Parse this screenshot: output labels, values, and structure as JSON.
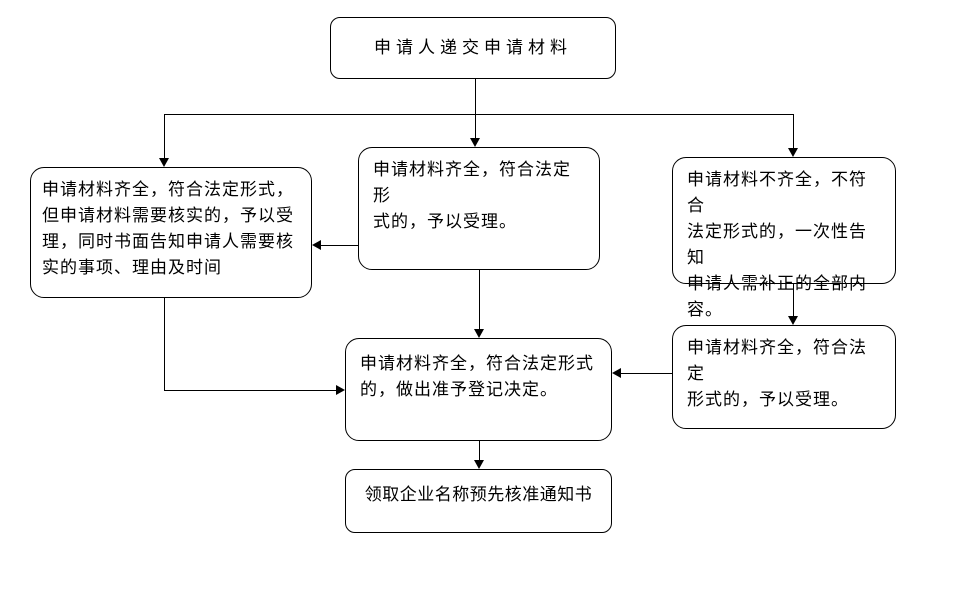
{
  "page": {
    "background_color": "#ffffff",
    "line_color": "#000000",
    "node_fill": "#ffffff",
    "node_border_color": "#000000"
  },
  "flowchart": {
    "title": "",
    "nodes": {
      "submit": {
        "label": "申请人递交申请材料"
      },
      "verify_needed": {
        "label": "申请材料齐全，符合法定形式，\n但申请材料需要核实的，予以受\n理，同时书面告知申请人需要核\n实的事项、理由及时间"
      },
      "accept_center": {
        "label": "申请材料齐全，符合法定形\n式的，予以受理。"
      },
      "incomplete": {
        "label": "申请材料不齐全，不符合\n法定形式的，一次性告知\n申请人需补正的全部内\n容。"
      },
      "accept_after_correction": {
        "label": "申请材料齐全，符合法定\n形式的，予以受理。"
      },
      "approve_decision": {
        "label": "申请材料齐全，符合法定形式\n的，做出准予登记决定。"
      },
      "receive_notice": {
        "label": "领取企业名称预先核准通知书"
      }
    }
  }
}
